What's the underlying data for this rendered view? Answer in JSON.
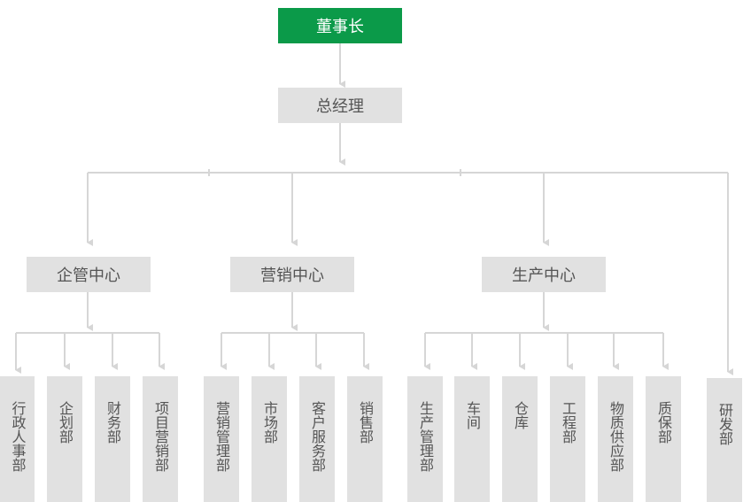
{
  "colors": {
    "root": "#0b9a49",
    "node": "#e1e1e1",
    "line": "#d6d6d6",
    "text": "#555555"
  },
  "chairman": "董事长",
  "gm": "总经理",
  "centers": [
    {
      "name": "企管中心",
      "departments": [
        "行政人事部",
        "企划部",
        "财务部",
        "项目营销部"
      ]
    },
    {
      "name": "营销中心",
      "departments": [
        "营销管理部",
        "市场部",
        "客户服务部",
        "销售部"
      ]
    },
    {
      "name": "生产中心",
      "departments": [
        "生产管理部",
        "车间",
        "仓库",
        "工程部",
        "物质供应部",
        "质保部"
      ]
    }
  ],
  "rd_department": "研发部"
}
